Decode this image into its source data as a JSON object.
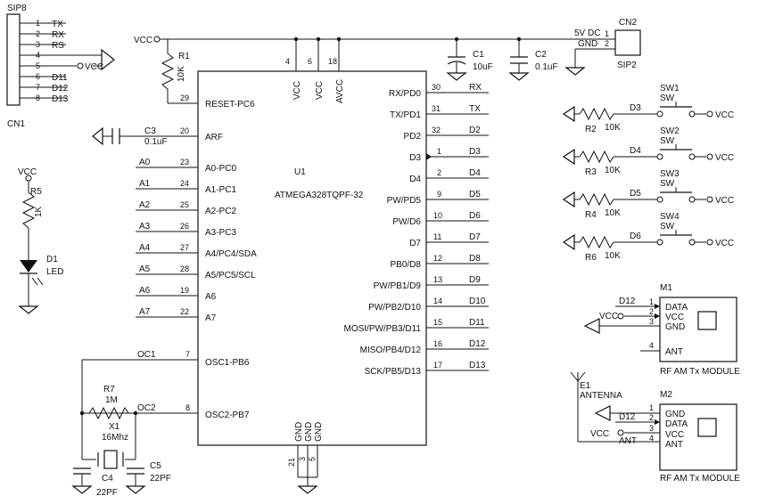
{
  "cn1": {
    "ref": "CN1",
    "type": "SIP8",
    "pins": [
      {
        "num": "1",
        "net": "TX"
      },
      {
        "num": "2",
        "net": "RX"
      },
      {
        "num": "3",
        "net": "RS"
      },
      {
        "num": "4",
        "net": ""
      },
      {
        "num": "5",
        "net": "VCC"
      },
      {
        "num": "6",
        "net": "D11"
      },
      {
        "num": "7",
        "net": "D12"
      },
      {
        "num": "8",
        "net": "D13"
      }
    ]
  },
  "u1": {
    "ref": "U1",
    "part": "ATMEGA328TQPF-32",
    "top_pins": [
      {
        "num": "4",
        "name": "VCC"
      },
      {
        "num": "6",
        "name": "VCC"
      },
      {
        "num": "18",
        "name": "AVCC"
      }
    ],
    "bottom_pins": [
      {
        "num": "21",
        "name": "GND"
      },
      {
        "num": "3",
        "name": "GND"
      },
      {
        "num": "5",
        "name": "GND"
      }
    ],
    "left_pins": [
      {
        "num": "29",
        "name": "RESET-PC6",
        "net": ""
      },
      {
        "num": "20",
        "name": "ARF",
        "net": ""
      },
      {
        "num": "23",
        "name": "A0-PC0",
        "net": "A0"
      },
      {
        "num": "24",
        "name": "A1-PC1",
        "net": "A1"
      },
      {
        "num": "25",
        "name": "A2-PC2",
        "net": "A2"
      },
      {
        "num": "26",
        "name": "A3-PC3",
        "net": "A3"
      },
      {
        "num": "27",
        "name": "A4/PC4/SDA",
        "net": "A4"
      },
      {
        "num": "28",
        "name": "A5/PC5/SCL",
        "net": "A5"
      },
      {
        "num": "19",
        "name": "A6",
        "net": "A6"
      },
      {
        "num": "22",
        "name": "A7",
        "net": "A7"
      },
      {
        "num": "7",
        "name": "OSC1-PB6",
        "net": "OC1"
      },
      {
        "num": "8",
        "name": "OSC2-PB7",
        "net": "OC2"
      }
    ],
    "right_pins": [
      {
        "num": "30",
        "name": "RX/PD0",
        "net": "RX"
      },
      {
        "num": "31",
        "name": "TX/PD1",
        "net": "TX"
      },
      {
        "num": "32",
        "name": "PD2",
        "net": "D2"
      },
      {
        "num": "1",
        "name": "D3",
        "net": "D3"
      },
      {
        "num": "2",
        "name": "D4",
        "net": "D4"
      },
      {
        "num": "9",
        "name": "PW/PD5",
        "net": "D5"
      },
      {
        "num": "10",
        "name": "PW/D6",
        "net": "D6"
      },
      {
        "num": "11",
        "name": "D7",
        "net": "D7"
      },
      {
        "num": "12",
        "name": "PB0/D8",
        "net": "D8"
      },
      {
        "num": "13",
        "name": "PW/PB1/D9",
        "net": "D9"
      },
      {
        "num": "14",
        "name": "PW/PB2/D10",
        "net": "D10"
      },
      {
        "num": "15",
        "name": "MOSI/PW/PB3/D11",
        "net": "D11"
      },
      {
        "num": "16",
        "name": "MISO/PB4/D12",
        "net": "D12"
      },
      {
        "num": "17",
        "name": "SCK/PB5/D13",
        "net": "D13"
      }
    ]
  },
  "vcc": "VCC",
  "r1": {
    "ref": "R1",
    "value": "10K"
  },
  "c1": {
    "ref": "C1",
    "value": "10uF"
  },
  "c2": {
    "ref": "C2",
    "value": "0.1uF"
  },
  "c3": {
    "ref": "C3",
    "value": "0.1uF"
  },
  "cn2": {
    "ref": "CN2",
    "type": "SIP2",
    "pins": [
      {
        "num": "1",
        "net": "5V DC"
      },
      {
        "num": "2",
        "net": "GND"
      }
    ]
  },
  "r5": {
    "ref": "R5",
    "value": "1K"
  },
  "d1": {
    "ref": "D1",
    "value": "LED"
  },
  "r7": {
    "ref": "R7",
    "value": "1M"
  },
  "x1": {
    "ref": "X1",
    "value": "16Mhz"
  },
  "c4": {
    "ref": "C4",
    "value": "22PF"
  },
  "c5": {
    "ref": "C5",
    "value": "22PF"
  },
  "switches": [
    {
      "sw": "SW1",
      "type": "SW",
      "r": "R2",
      "rv": "10K",
      "net": "D3"
    },
    {
      "sw": "SW2",
      "type": "SW",
      "r": "R3",
      "rv": "10K",
      "net": "D4"
    },
    {
      "sw": "SW3",
      "type": "SW",
      "r": "R4",
      "rv": "10K",
      "net": "D5"
    },
    {
      "sw": "SW4",
      "type": "SW",
      "r": "R6",
      "rv": "10K",
      "net": "D6"
    }
  ],
  "m1": {
    "ref": "M1",
    "caption": "RF AM Tx MODULE",
    "pins": [
      {
        "num": "1",
        "name": "DATA",
        "net": "D12"
      },
      {
        "num": "2",
        "name": "VCC",
        "net": "VCC"
      },
      {
        "num": "3",
        "name": "GND",
        "net": ""
      },
      {
        "num": "4",
        "name": "ANT",
        "net": ""
      }
    ]
  },
  "m2": {
    "ref": "M2",
    "caption": "RF AM Tx MODULE",
    "pins": [
      {
        "num": "1",
        "name": "GND",
        "net": ""
      },
      {
        "num": "2",
        "name": "DATA",
        "net": "D12"
      },
      {
        "num": "3",
        "name": "VCC",
        "net": "VCC"
      },
      {
        "num": "4",
        "name": "ANT",
        "net": "ANT"
      }
    ]
  },
  "e1": {
    "ref": "E1",
    "value": "ANTENNA"
  }
}
